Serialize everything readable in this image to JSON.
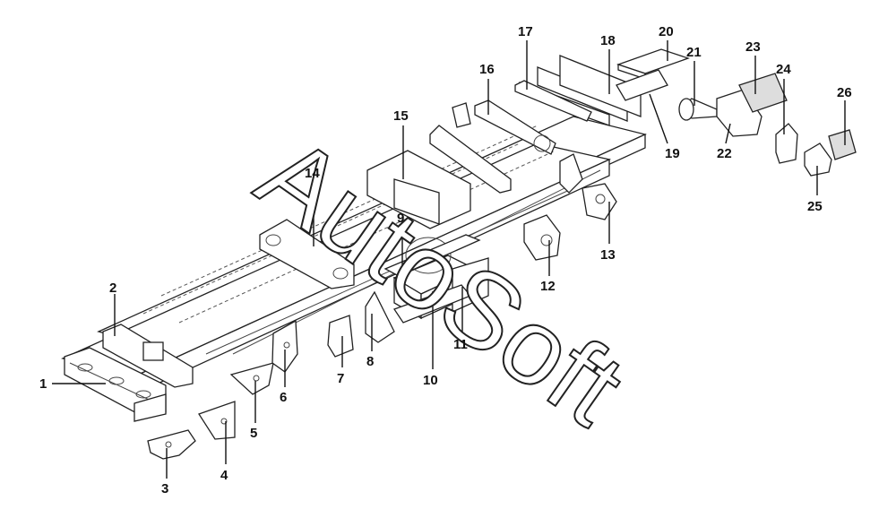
{
  "diagram": {
    "watermark": "AutoSoft",
    "callouts": [
      {
        "id": "1",
        "text": "1"
      },
      {
        "id": "2",
        "text": "2"
      },
      {
        "id": "3",
        "text": "3"
      },
      {
        "id": "4",
        "text": "4"
      },
      {
        "id": "5",
        "text": "5"
      },
      {
        "id": "6",
        "text": "6"
      },
      {
        "id": "7",
        "text": "7"
      },
      {
        "id": "8",
        "text": "8"
      },
      {
        "id": "9",
        "text": "9"
      },
      {
        "id": "10",
        "text": "10"
      },
      {
        "id": "11",
        "text": "11"
      },
      {
        "id": "12",
        "text": "12"
      },
      {
        "id": "13",
        "text": "13"
      },
      {
        "id": "14",
        "text": "14"
      },
      {
        "id": "15",
        "text": "15"
      },
      {
        "id": "16",
        "text": "16"
      },
      {
        "id": "17",
        "text": "17"
      },
      {
        "id": "18",
        "text": "18"
      },
      {
        "id": "19",
        "text": "19"
      },
      {
        "id": "20",
        "text": "20"
      },
      {
        "id": "21",
        "text": "21"
      },
      {
        "id": "22",
        "text": "22"
      },
      {
        "id": "23",
        "text": "23"
      },
      {
        "id": "24",
        "text": "24"
      },
      {
        "id": "25",
        "text": "25"
      },
      {
        "id": "26",
        "text": "26"
      }
    ]
  }
}
